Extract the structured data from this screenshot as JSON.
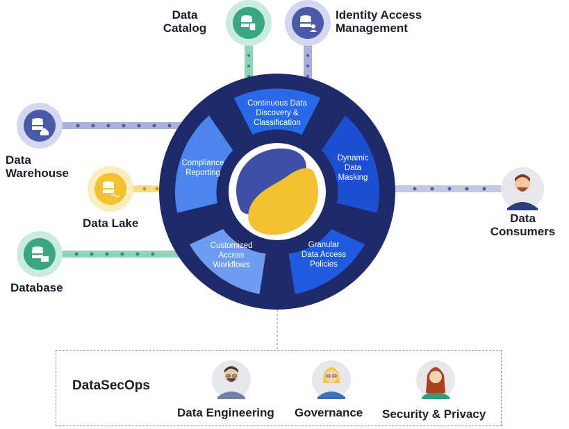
{
  "sources": {
    "data_catalog": "Data\nCatalog",
    "identity_access": "Identity Access\nManagement",
    "data_warehouse": "Data\nWarehouse",
    "data_lake": "Data Lake",
    "database": "Database",
    "data_consumers": "Data\nConsumers"
  },
  "segments": {
    "top": "Continuous Data\nDiscovery &\nClassification",
    "right": "Dynamic\nData\nMasking",
    "bottom_right": "Granular\nData Access\nPolicies",
    "bottom_left": "Customized\nAccess\nWorkflows",
    "left": "Compliance\nReporting"
  },
  "datasecops": {
    "title": "DataSecOps",
    "roles": [
      "Data Engineering",
      "Governance",
      "Security & Privacy"
    ]
  },
  "colors": {
    "ring_navy": "#1f2a6b",
    "segment_top": "#2769e8",
    "segment_right": "#1c4fd1",
    "segment_left": "#4c86ec",
    "segment_bottom_left": "#6e9cf0",
    "teal": "#3aa784",
    "indigo": "#4a5aa8",
    "yellow": "#f2c230"
  }
}
